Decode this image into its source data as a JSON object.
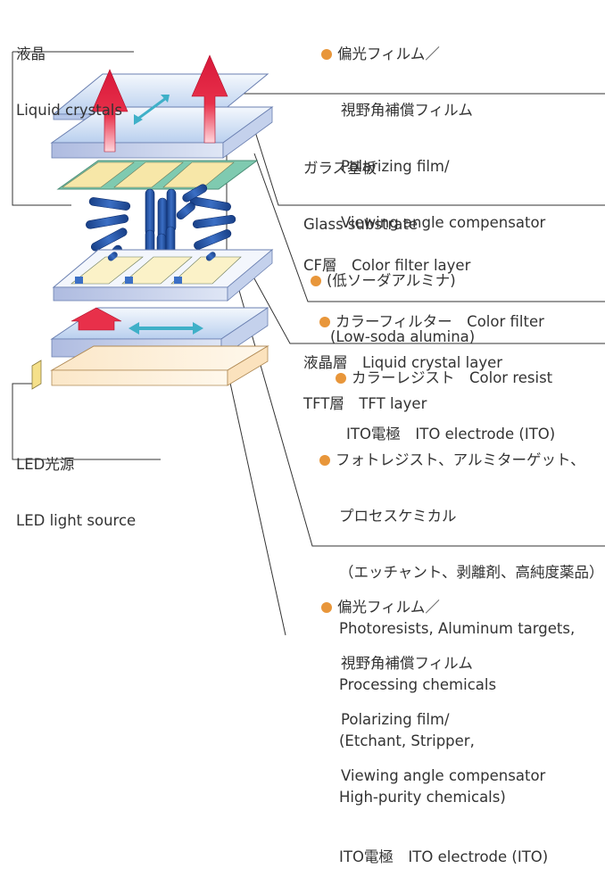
{
  "liquid_crystals": {
    "jp": "液晶",
    "en": "Liquid crystals"
  },
  "polarizer_top": {
    "lines": [
      "偏光フィルム／",
      "視野角補償フィルム",
      "Polarizing film/",
      "Viewing angle compensator"
    ]
  },
  "glass": {
    "jp": "ガラス基板",
    "en": "Glass substrate",
    "sub_jp": "(低ソーダアルミナ)",
    "sub_en": "(Low-soda alumina)"
  },
  "cf_layer": {
    "title": "CF層　Color filter layer",
    "item1": "カラーフィルター　Color filter",
    "item2": "カラーレジスト　Color resist",
    "item3": "ITO電極　ITO electrode (ITO)"
  },
  "lc_layer": {
    "title": "液晶層　Liquid crystal layer"
  },
  "tft_layer": {
    "title": "TFT層　TFT layer",
    "lines": [
      "フォトレジスト、アルミターゲット、",
      "プロセスケミカル",
      "（エッチャント、剥離剤、高純度薬品）",
      "Photoresists, Aluminum targets,",
      "Processing chemicals",
      "(Etchant, Stripper,",
      "High-purity chemicals)"
    ],
    "ito": "ITO電極　ITO electrode (ITO)"
  },
  "polarizer_bottom": {
    "lines": [
      "偏光フィルム／",
      "視野角補償フィルム",
      "Polarizing film/",
      "Viewing angle compensator"
    ]
  },
  "led": {
    "jp": "LED光源",
    "en": "LED light source"
  },
  "colors": {
    "bullet": "#e8963a",
    "arrow_red": "#e8304a",
    "rod": "#1f4f9e",
    "glass": "#c9d8ee"
  }
}
